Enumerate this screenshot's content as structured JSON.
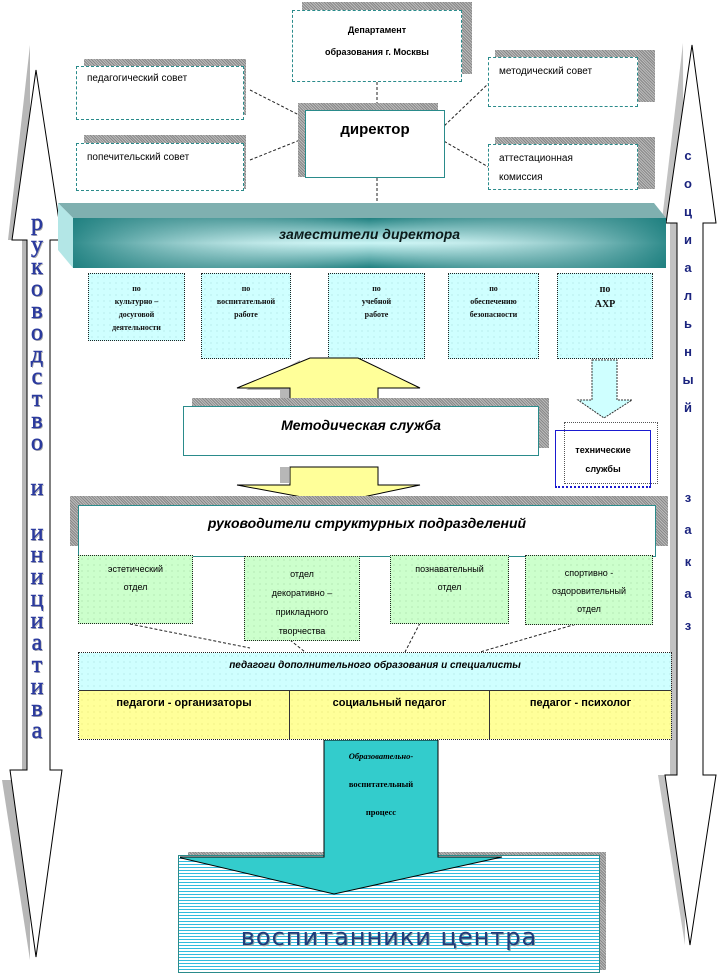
{
  "top": {
    "department": {
      "line1": "Департамент",
      "line2": "образования г. Москвы"
    },
    "director": "директор",
    "left_boxes": [
      "педагогический совет",
      "попечительский совет"
    ],
    "right_boxes": [
      "методический совет",
      "аттестационная комиссия"
    ],
    "right_box_lines": [
      "аттестационная",
      "комиссия"
    ]
  },
  "deputies": {
    "title": "заместители директора",
    "items": [
      {
        "lines": [
          "по",
          "культурно –",
          "досуговой",
          "деятельности"
        ]
      },
      {
        "lines": [
          "по",
          "воспитательной",
          "работе"
        ]
      },
      {
        "lines": [
          "по",
          "учебной",
          "работе"
        ]
      },
      {
        "lines": [
          "по",
          "обеспечению",
          "безопасности"
        ]
      },
      {
        "lines": [
          "по",
          "АХР"
        ]
      }
    ]
  },
  "methodical_service": "Методическая служба",
  "technical_services": {
    "line1": "технические",
    "line2": "службы"
  },
  "heads": {
    "title": "руководители структурных подразделений",
    "departments": [
      {
        "lines": [
          "эстетический",
          "отдел"
        ]
      },
      {
        "lines": [
          "отдел",
          "декоративно –",
          "прикладного",
          "творчества"
        ]
      },
      {
        "lines": [
          "познавательный",
          "отдел"
        ]
      },
      {
        "lines": [
          "спортивно -",
          "оздоровительный",
          "отдел"
        ]
      }
    ]
  },
  "teachers": {
    "title": "педагоги дополнительного образования и специалисты",
    "cells": [
      "педагоги - организаторы",
      "социальный педагог",
      "педагог - психолог"
    ]
  },
  "process": {
    "lines": [
      "Образовательно-",
      "воспитательный",
      "процесс"
    ]
  },
  "pupils": "воспитанники центра",
  "side_left": {
    "words": [
      "руководство",
      "и",
      "инициатива"
    ]
  },
  "side_right": {
    "words": [
      "социальный",
      "заказ"
    ]
  },
  "colors": {
    "teal": "#2a8b8b",
    "cyan_box": "#cfffff",
    "green_box": "#ccffcc",
    "yellow": "#ffff99",
    "arrow_teal": "#33cccc",
    "pupils_text": "#1f3b7a"
  }
}
